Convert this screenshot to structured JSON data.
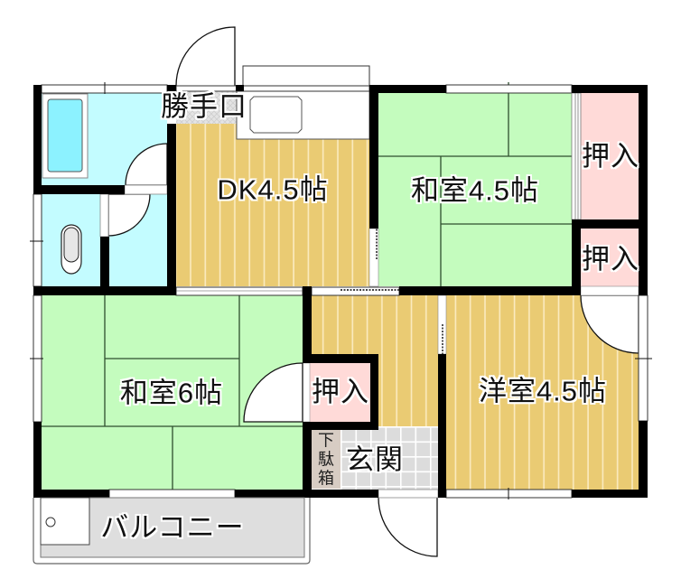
{
  "floor_plan": {
    "labels": {
      "back_door": "勝手口",
      "dining_kitchen": "DK4.5帖",
      "japanese_room_4_5": "和室4.5帖",
      "closet_upper": "押入",
      "closet_lower": "押入",
      "japanese_room_6": "和室6帖",
      "closet_hall": "押入",
      "western_room": "洋室4.5帖",
      "entrance": "玄関",
      "shoe_cabinet": "下駄箱",
      "balcony": "バルコニー"
    },
    "colors": {
      "wall": "#000000",
      "tatami": "#C4FCBE",
      "flooring": "#EACB73",
      "flooring_line": "#FBEBC0",
      "wet_area": "#C3FCFF",
      "bathtub": "#8CF2FF",
      "closet": "#FFDAD8",
      "entrance_tile": "#DCDCDC",
      "shoe_cabinet": "#D7CCC3",
      "balcony": "#DEDEDE",
      "back_door_tile": "#E4E4E4",
      "toilet_bowl": "#E6E6E6"
    }
  }
}
